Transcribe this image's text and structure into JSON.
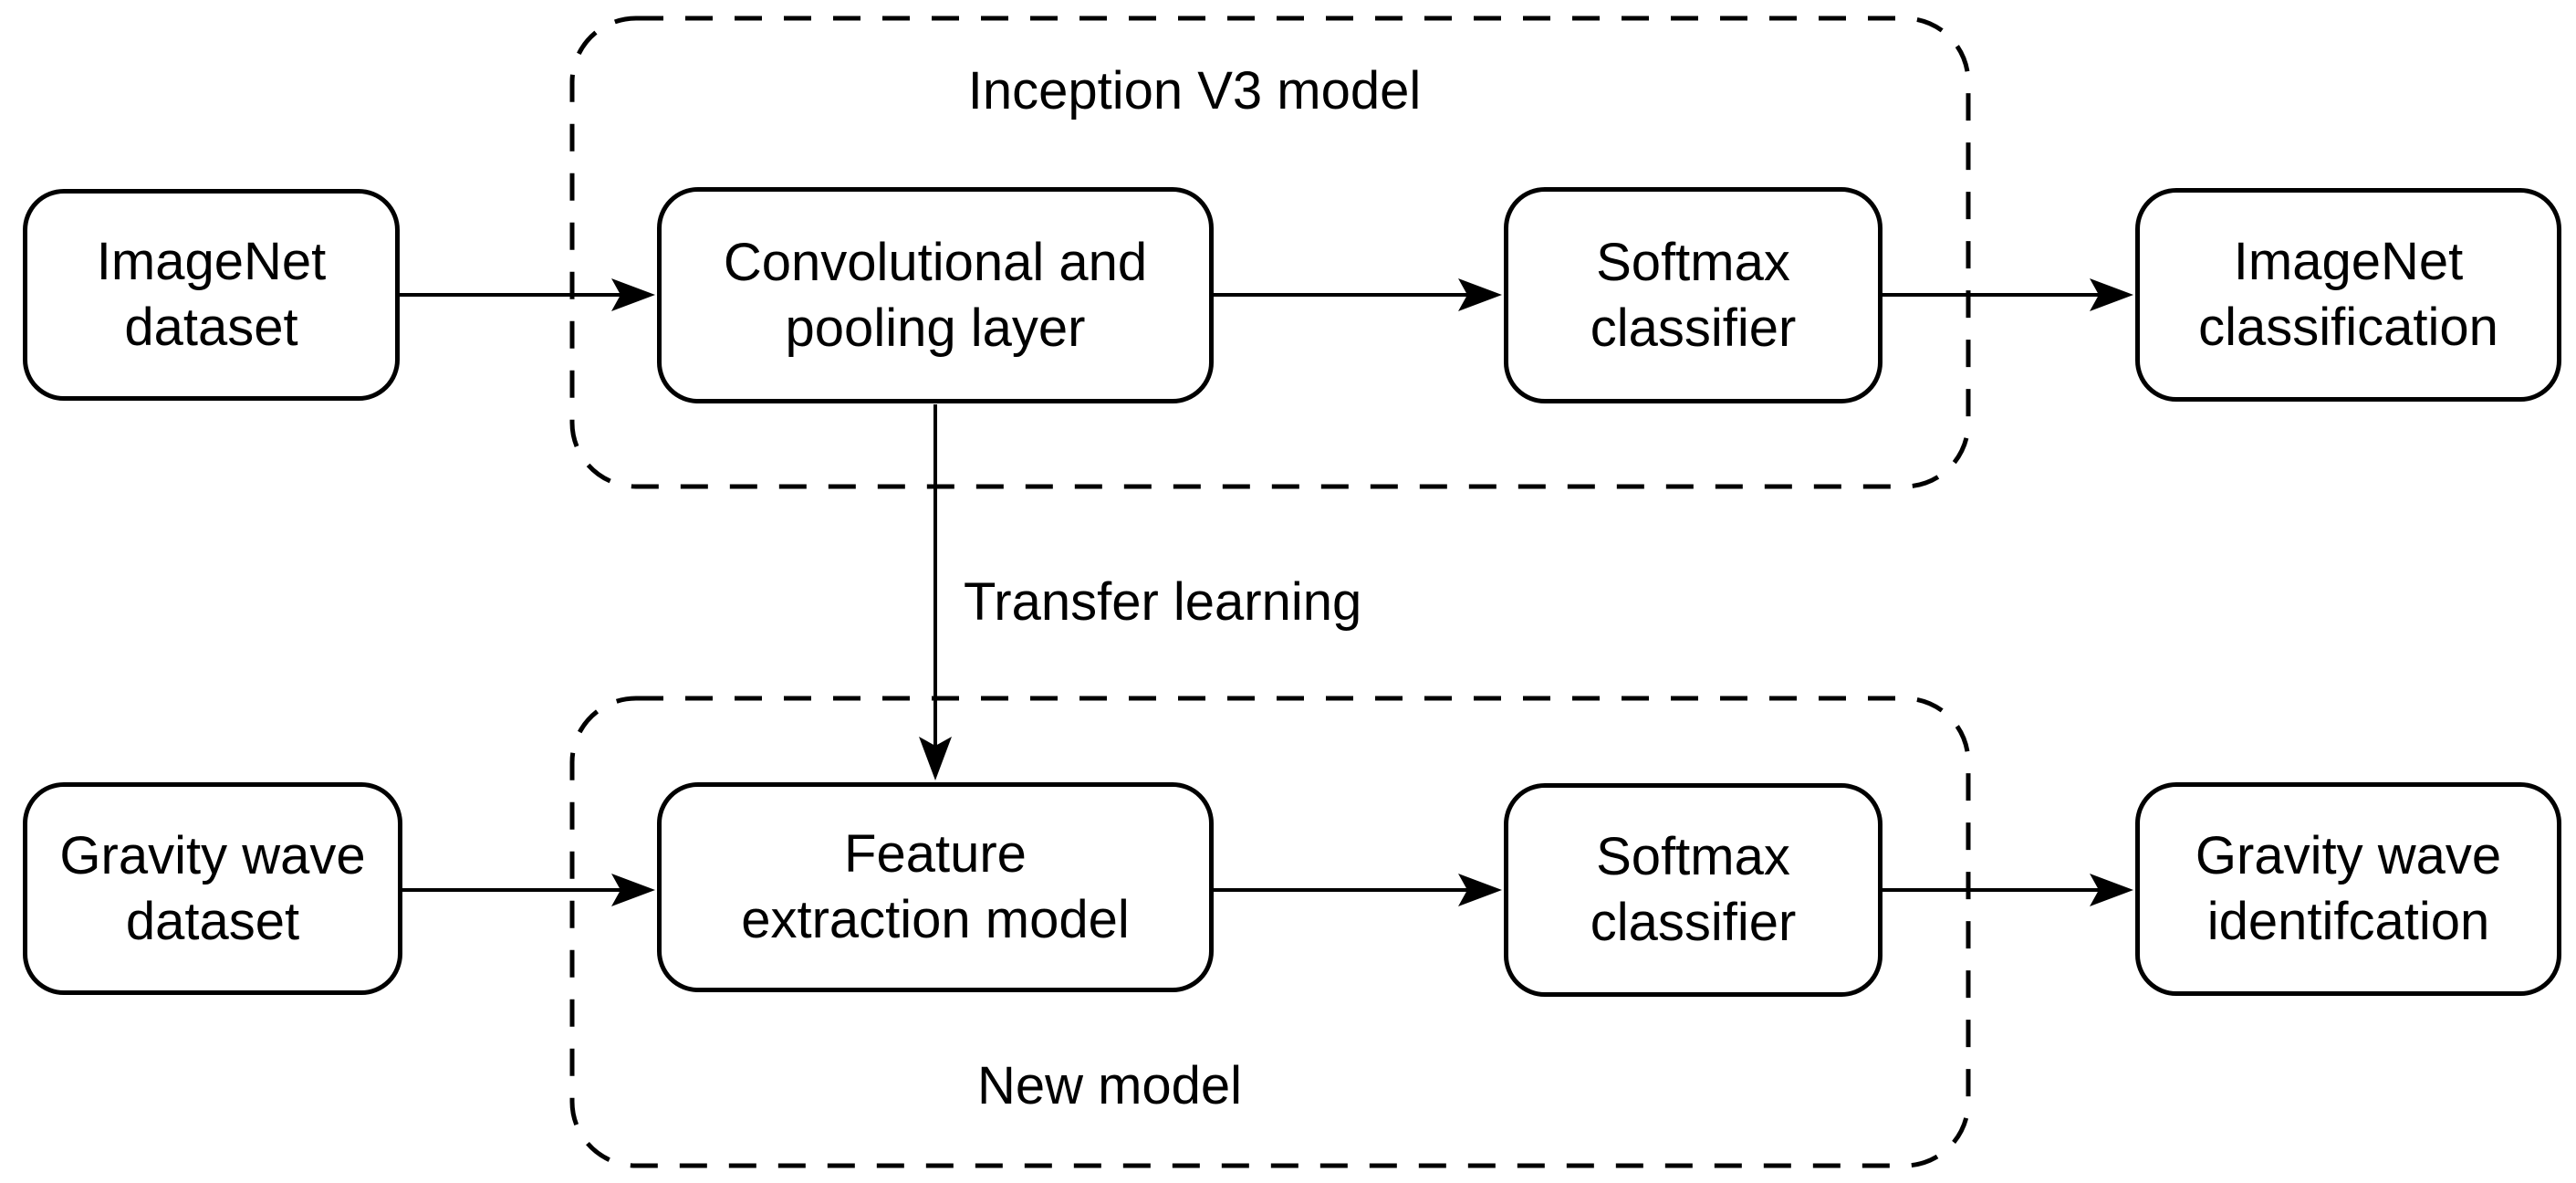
{
  "diagram": {
    "background": "#ffffff",
    "stroke_color": "#000000",
    "text_color": "#000000",
    "description": "Transfer learning flow from Inception V3 model to a new gravity wave identification model"
  },
  "groups": {
    "inception": {
      "label": "Inception V3 model"
    },
    "new_model": {
      "label": "New model"
    }
  },
  "nodes": {
    "imagenet_dataset": {
      "line1": "ImageNet",
      "line2": "dataset"
    },
    "conv_pooling": {
      "line1": "Convolutional and",
      "line2": "pooling layer"
    },
    "softmax_top": {
      "line1": "Softmax",
      "line2": "classifier"
    },
    "imagenet_classification": {
      "line1": "ImageNet",
      "line2": "classification"
    },
    "gravity_dataset": {
      "line1": "Gravity wave",
      "line2": "dataset"
    },
    "feature_extraction": {
      "line1": "Feature",
      "line2": "extraction model"
    },
    "softmax_bottom": {
      "line1": "Softmax",
      "line2": "classifier"
    },
    "gravity_identification": {
      "line1": "Gravity wave",
      "line2": "identifcation"
    }
  },
  "edges": {
    "transfer": {
      "label": "Transfer learning"
    }
  }
}
